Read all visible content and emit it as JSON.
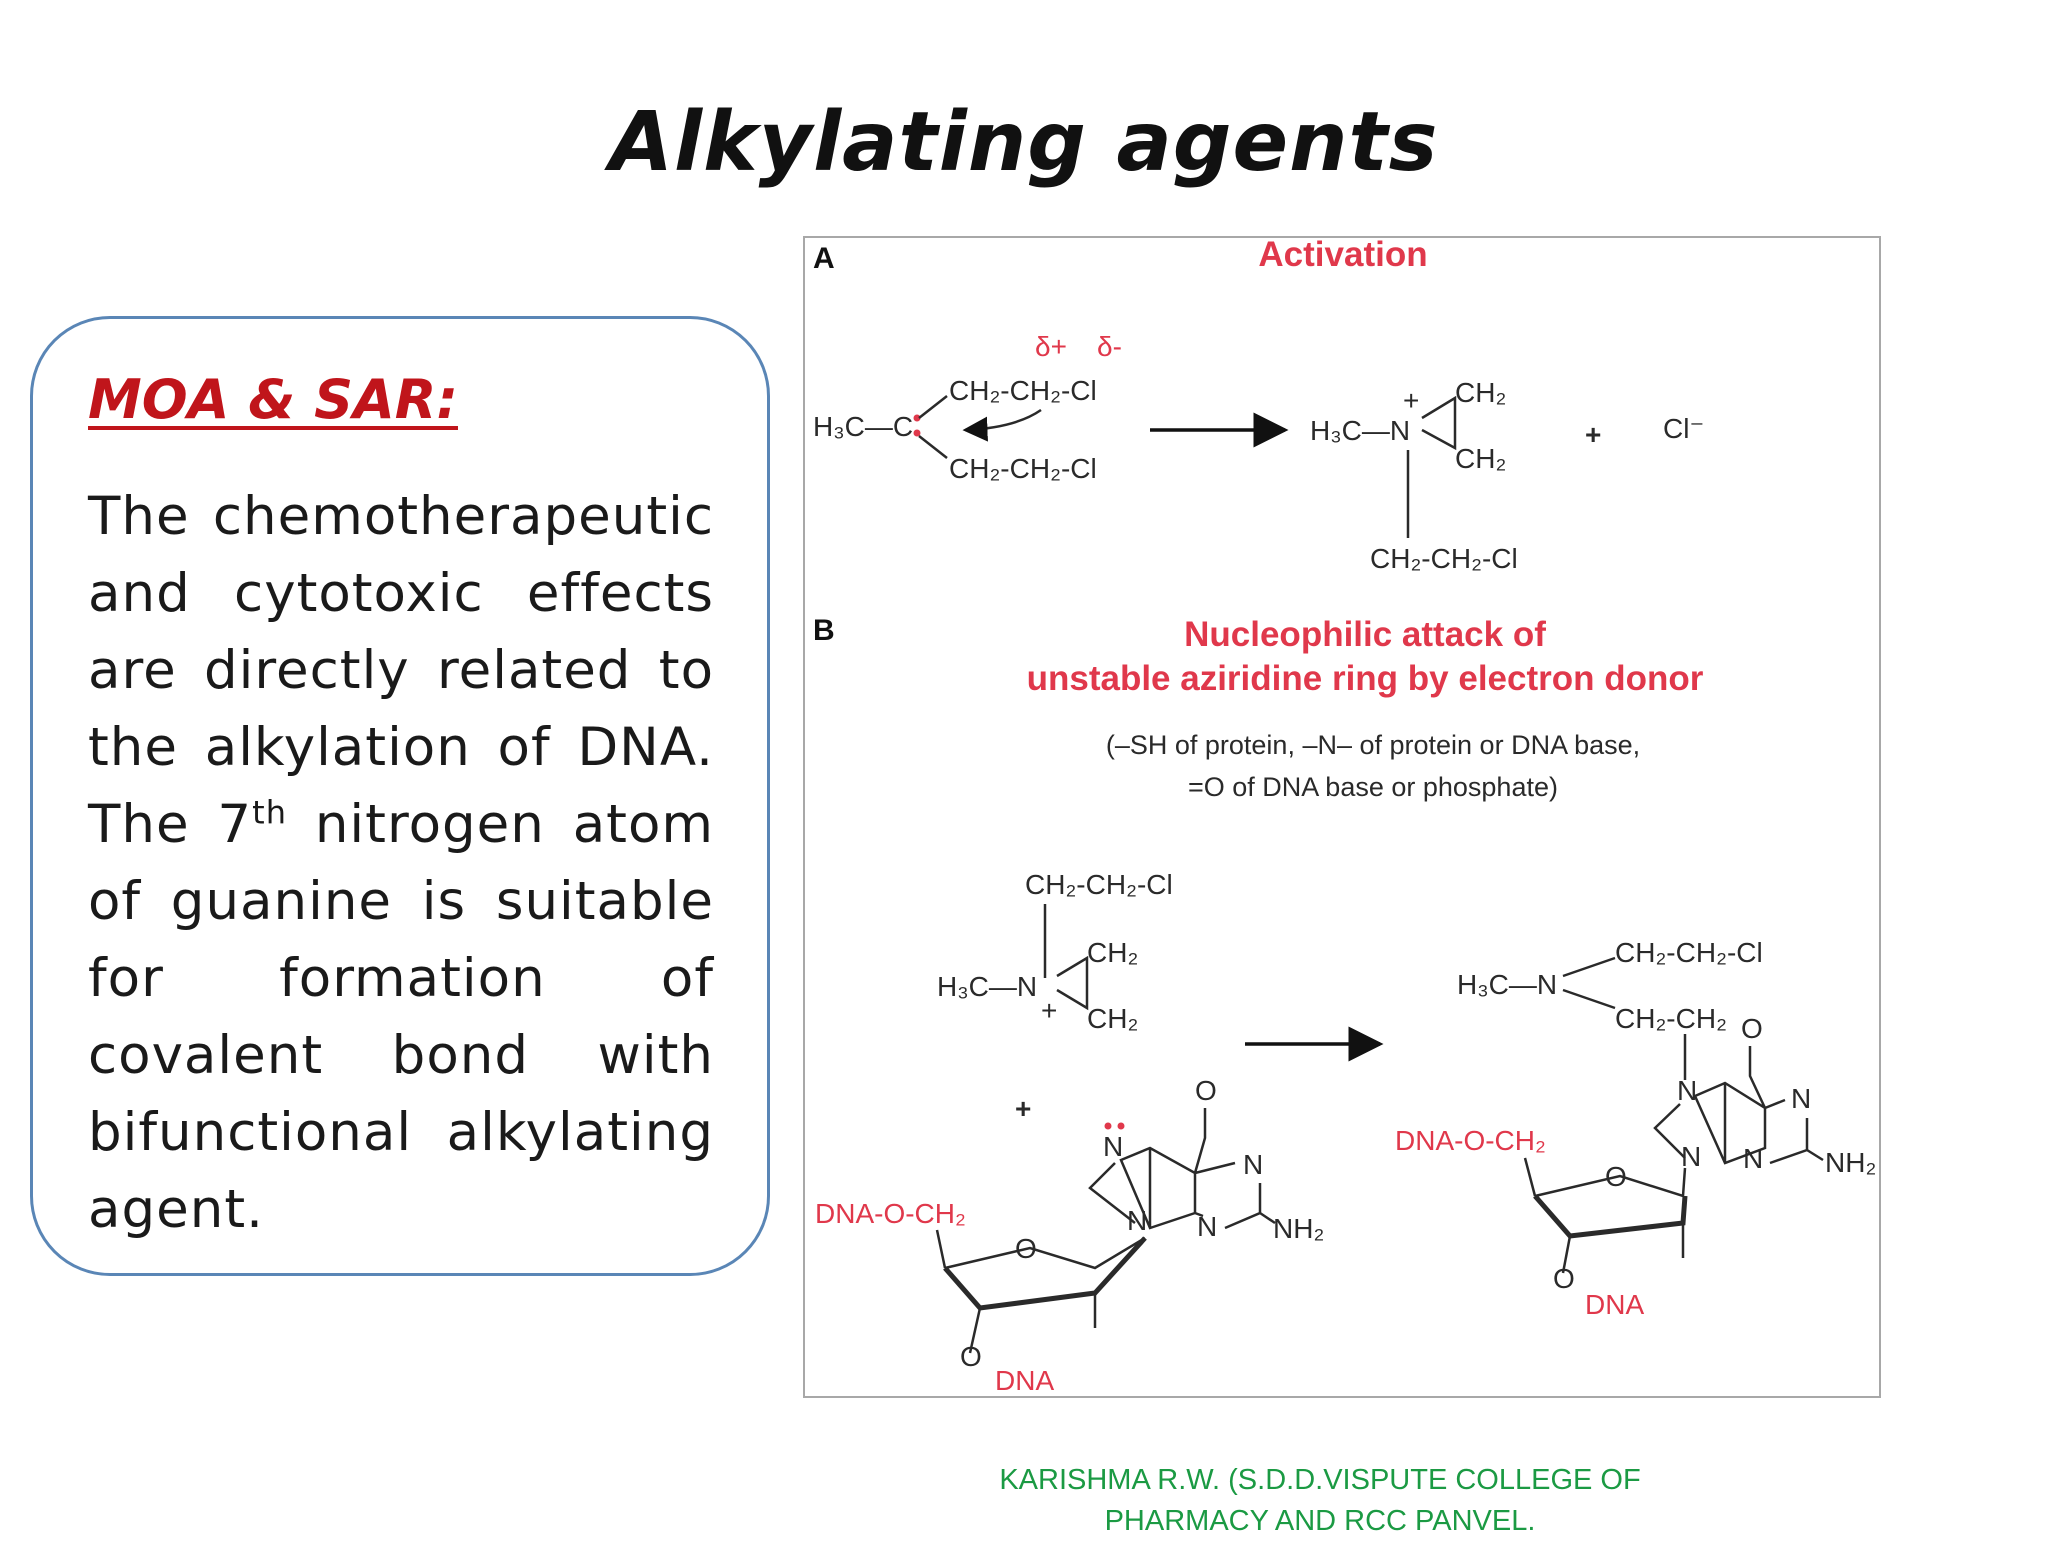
{
  "slide": {
    "title": "Alkylating agents",
    "moa_heading": "MOA & SAR:",
    "moa_text_before_sup": "The chemotherapeutic and cytotoxic effects are directly related to the alkylation of DNA. The 7",
    "moa_text_sup": "th",
    "moa_text_after_sup": " nitrogen atom of guanine is suitable for formation of covalent bond with bifunctional alkylating agent.",
    "footer_line1": "KARISHMA R.W. (S.D.D.VISPUTE COLLEGE OF",
    "footer_line2": "PHARMACY AND RCC PANVEL."
  },
  "figure": {
    "panel_a": {
      "letter": "A",
      "title": "Activation",
      "delta_plus": "δ+",
      "delta_minus": "δ-",
      "h3c_c": "H₃C—C",
      "ch2_ch2_cl": "CH₂-CH₂-Cl",
      "h3c_n": "H₃C—N",
      "n_plus": "+",
      "ch2": "CH₂",
      "plus": "+",
      "chloride": "Cl⁻"
    },
    "panel_b": {
      "letter": "B",
      "title_line1": "Nucleophilic attack of",
      "title_line2": "unstable aziridine ring by electron donor",
      "note_line1": "(–SH of protein, –N– of protein or DNA base,",
      "note_line2": "=O of DNA base or phosphate)",
      "ch2_ch2_cl": "CH₂-CH₂-Cl",
      "h3c_n": "H₃C—N",
      "ch2": "CH₂",
      "ch2_ch2": "CH₂-CH₂",
      "plus": "+",
      "n_plus": "+",
      "o": "O",
      "n": "N",
      "nh2": "NH₂",
      "dna_o_ch2": "DNA-O-CH₂",
      "dna": "DNA"
    }
  }
}
